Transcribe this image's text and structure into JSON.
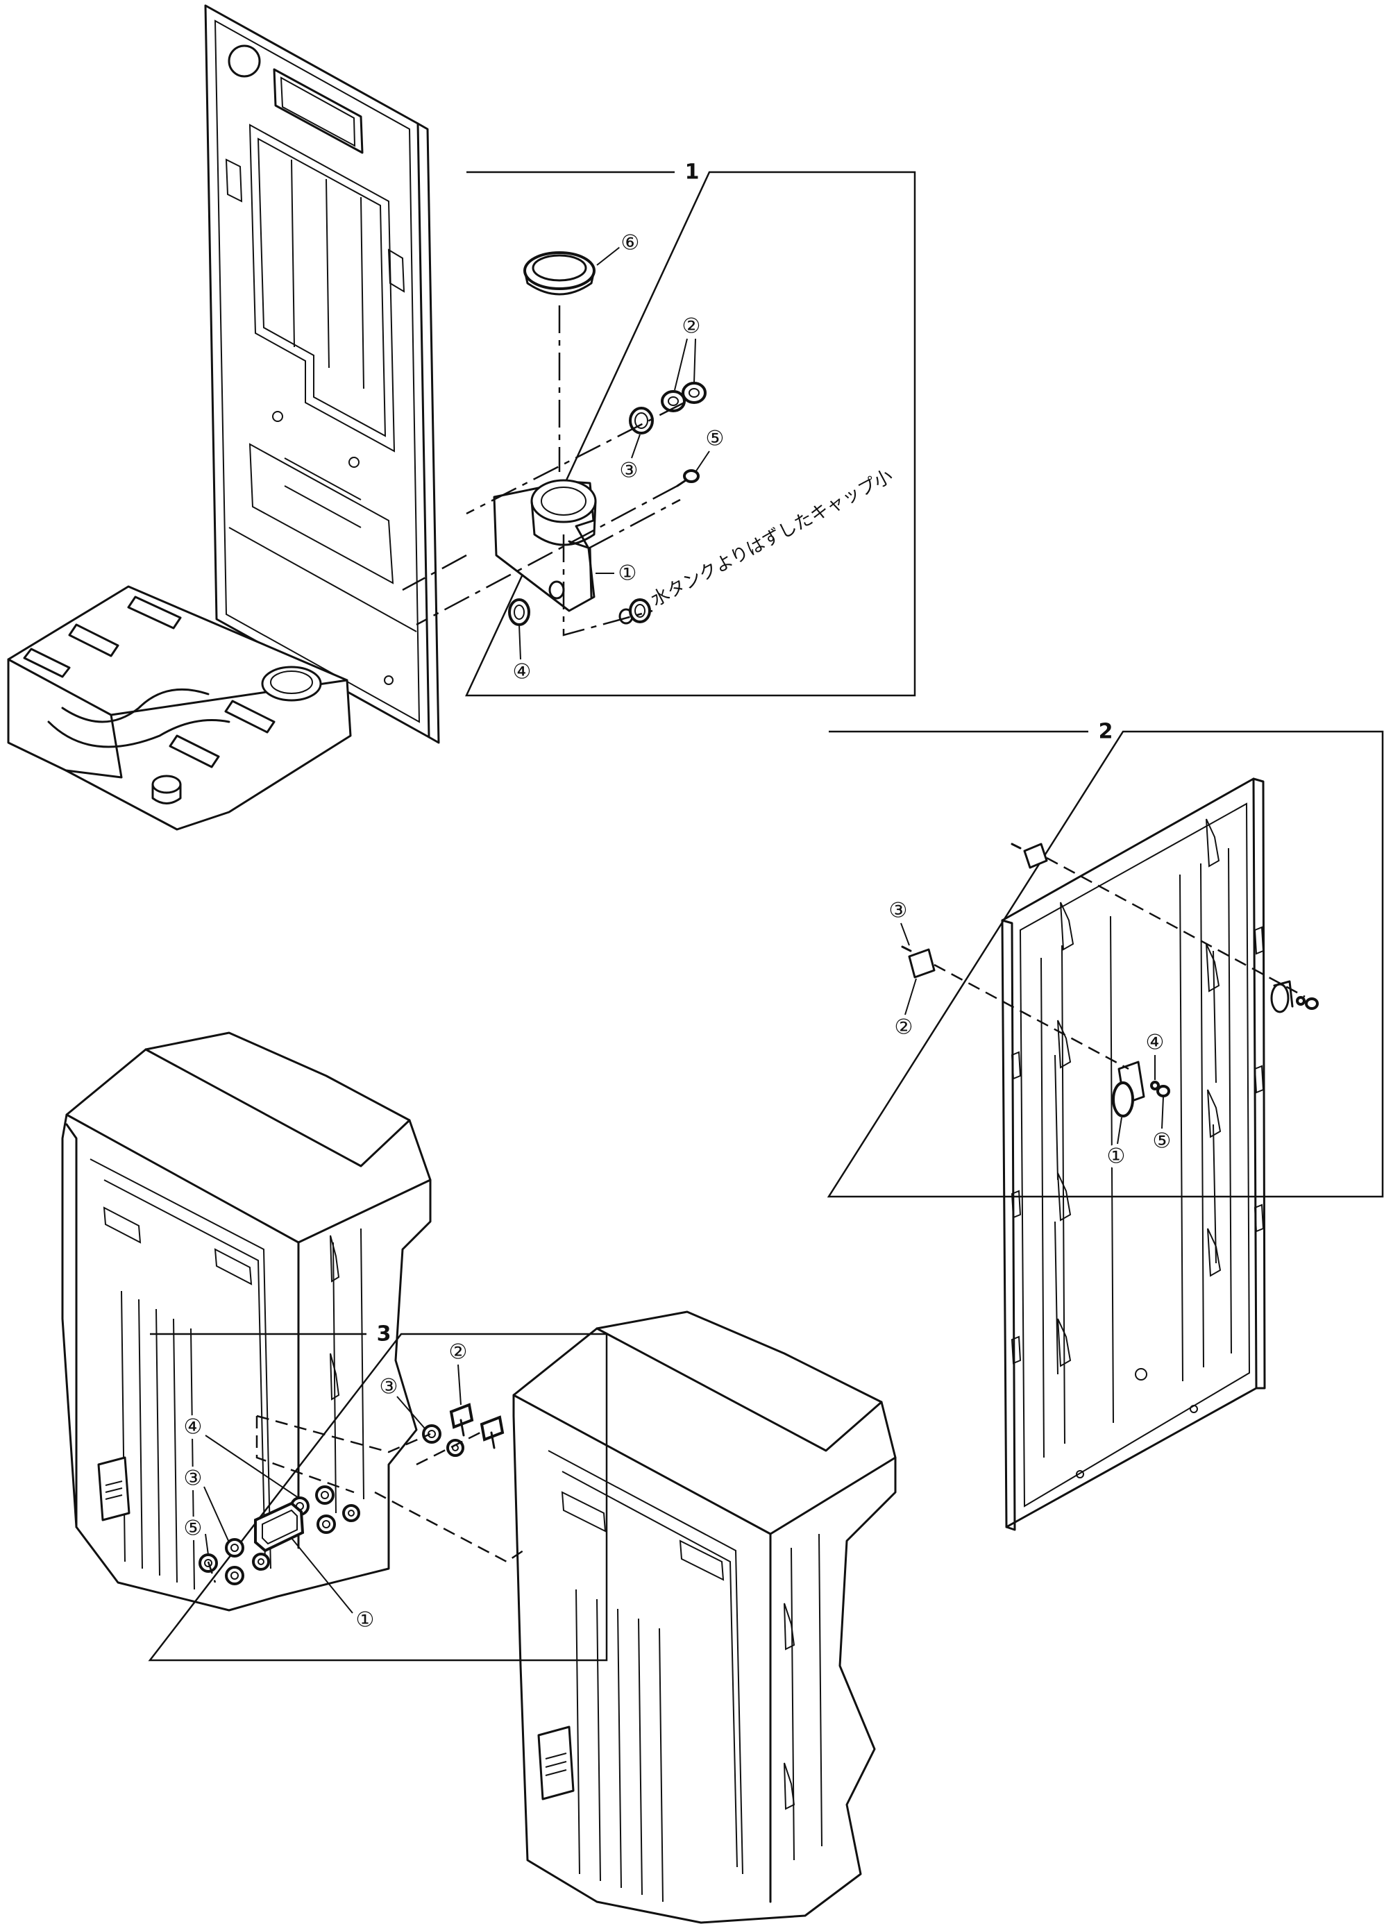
{
  "frames": [
    {
      "label": "1"
    },
    {
      "label": "2"
    },
    {
      "label": "3"
    }
  ],
  "callouts": {
    "frame1": [
      "①",
      "②",
      "③",
      "④",
      "⑤",
      "⑥"
    ],
    "frame2": [
      "①",
      "②",
      "③",
      "④",
      "⑤"
    ],
    "frame3": [
      "①",
      "②",
      "③",
      "③",
      "④",
      "⑤"
    ]
  },
  "note": "水タンクよりはずしたキャップ小"
}
